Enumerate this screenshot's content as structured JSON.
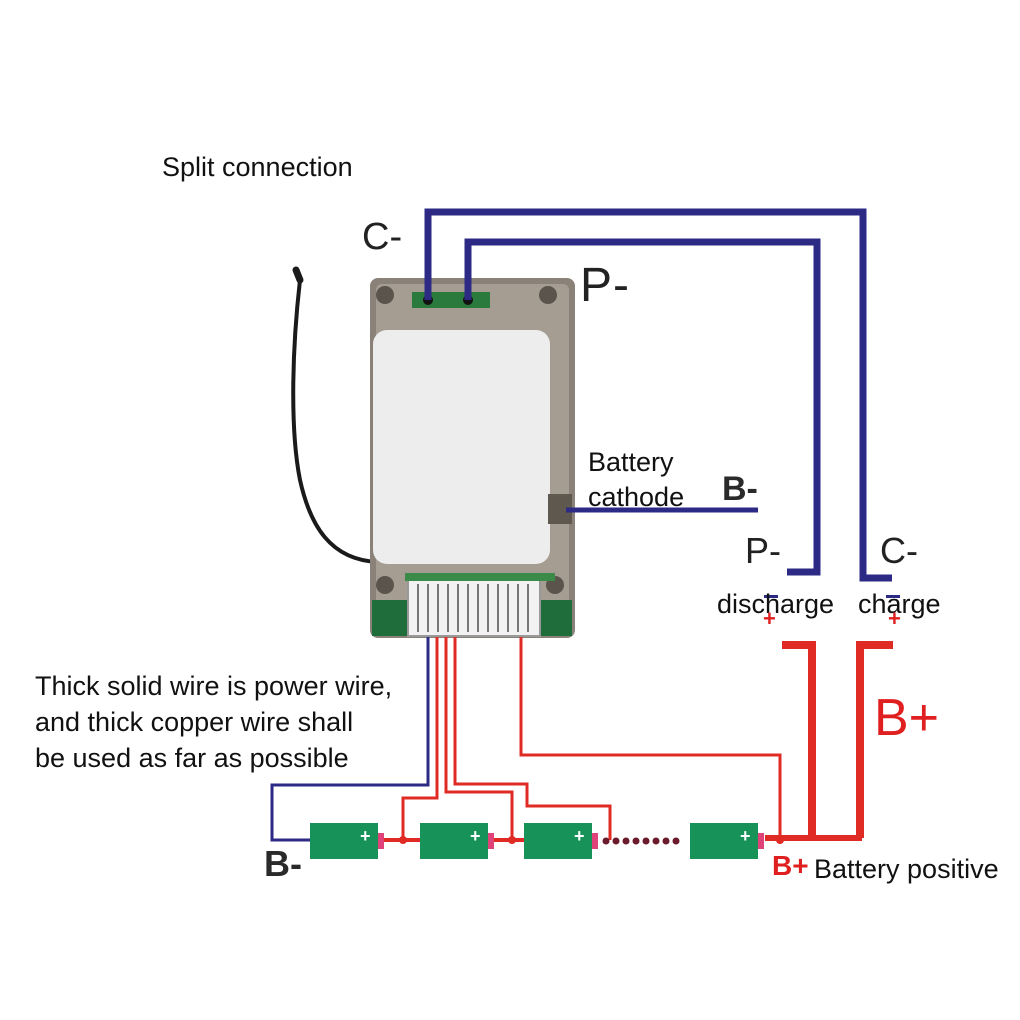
{
  "title": "Split connection",
  "labels": {
    "c_minus_top": "C-",
    "p_minus_top": "P-",
    "battery_cathode_line1": "Battery",
    "battery_cathode_line2": "cathode",
    "b_minus_right": "B-",
    "p_minus_right": "P-",
    "c_minus_right": "C-",
    "discharge": "discharge",
    "charge": "charge",
    "plus_discharge": "+",
    "plus_charge": "+",
    "minus_discharge": "-",
    "minus_charge": "-",
    "b_plus_big": "B+",
    "note": "Thick solid wire is power wire,\nand thick copper wire shall\nbe used as far as possible",
    "b_minus_bottom": "B-",
    "b_plus_bottom": "B+",
    "battery_positive": "Battery positive",
    "cell_plus": "+"
  },
  "colors": {
    "negative_wire": "#2d2a86",
    "positive_wire": "#e02b25",
    "battery_cell": "#17935a",
    "board_metal": "#8a8278",
    "board_cover": "#ececec",
    "sensor_wire": "#1a1a1a"
  }
}
